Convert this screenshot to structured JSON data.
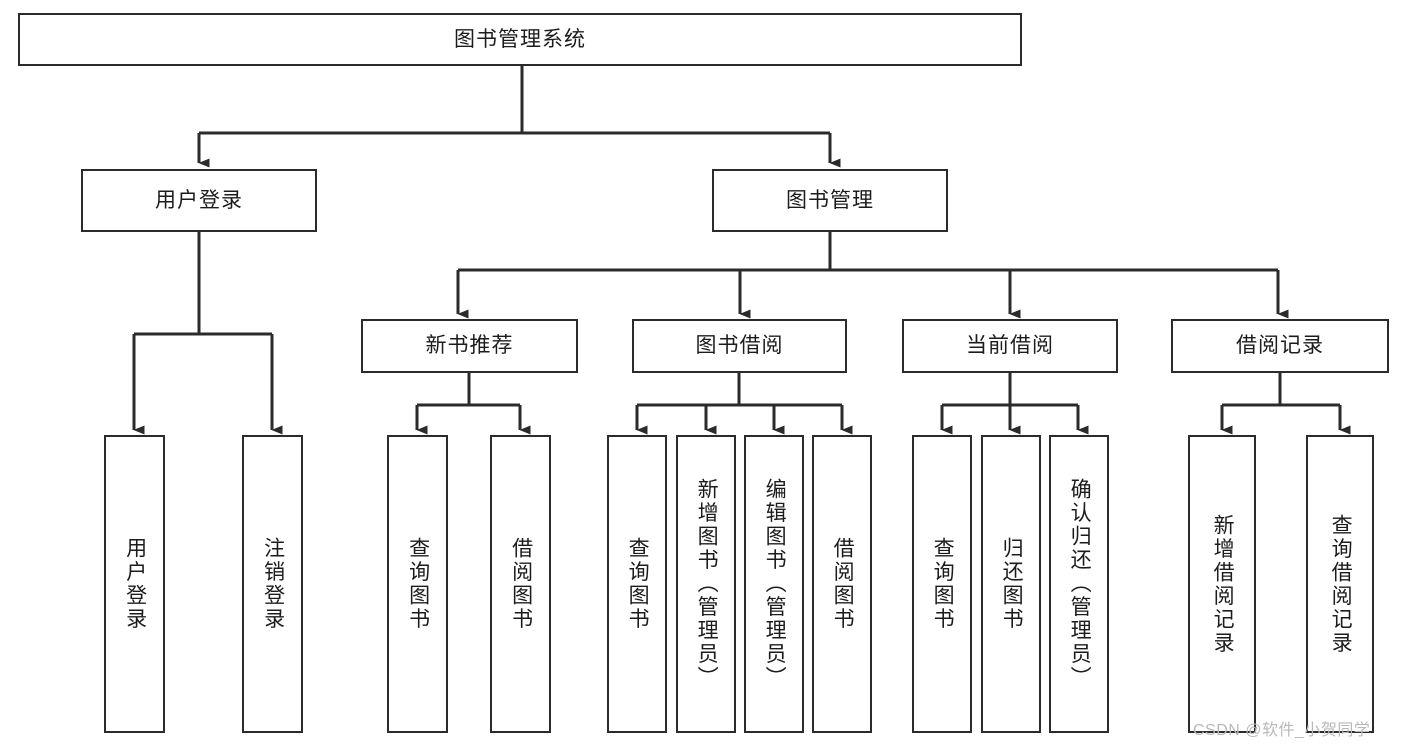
{
  "diagram": {
    "title": "图书管理系统",
    "type": "tree",
    "watermark": "CSDN @软件_小贺同学",
    "colors": {
      "box_border": "#2b2b2b",
      "box_fill": "#ffffff",
      "line": "#2b2b2b",
      "text": "#1c1c1c",
      "watermark": "#b9b9b9"
    },
    "nodes": {
      "root": "图书管理系统",
      "level1": [
        "用户登录",
        "图书管理"
      ],
      "level2": [
        "新书推荐",
        "图书借阅",
        "当前借阅",
        "借阅记录"
      ],
      "leaves": {
        "user_login": [
          "用户登录",
          "注销登录"
        ],
        "new_book": [
          "查询图书",
          "借阅图书"
        ],
        "book_borrow": [
          "查询图书",
          "新增图书（管理员）",
          "编辑图书（管理员）",
          "借阅图书"
        ],
        "current_borrow": [
          "查询图书",
          "归还图书",
          "确认归还（管理员）"
        ],
        "borrow_record": [
          "新增借阅记录",
          "查询借阅记录"
        ]
      }
    }
  }
}
